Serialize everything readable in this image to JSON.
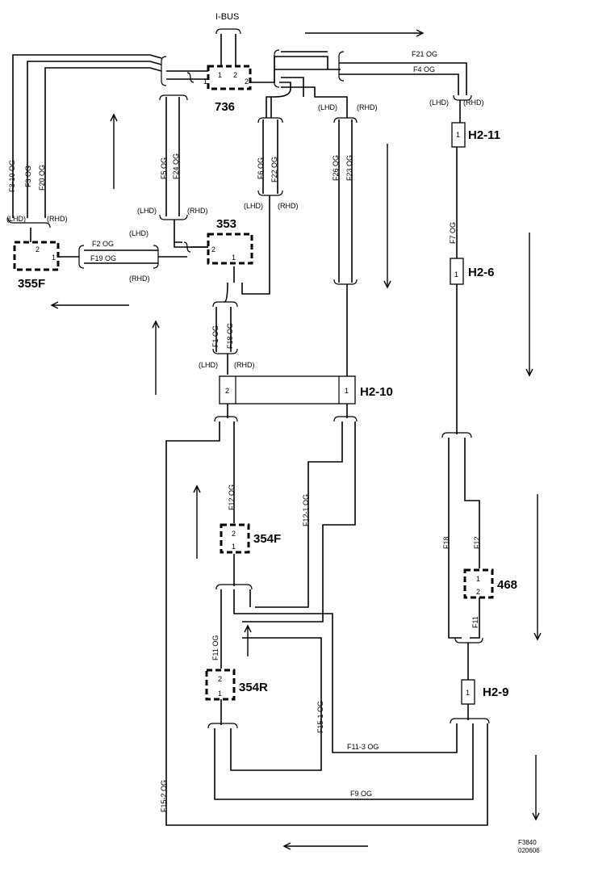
{
  "bus": {
    "label": "I-BUS"
  },
  "components": {
    "c736": {
      "name": "736",
      "pin1": "1",
      "pin2": "2",
      "pin1b": "1",
      "pin2b": "2"
    },
    "c353": {
      "name": "353",
      "pin2": "2",
      "pin1": "1"
    },
    "c355F": {
      "name": "355F",
      "pin2": "2",
      "pin1": "1"
    },
    "c354F": {
      "name": "354F",
      "pin2": "2",
      "pin1": "1"
    },
    "c354R": {
      "name": "354R",
      "pin2": "2",
      "pin1": "1"
    },
    "c468": {
      "name": "468",
      "pin1": "1",
      "pin2": "2"
    }
  },
  "connectors": {
    "h211": {
      "name": "H2-11",
      "pin": "1"
    },
    "h26": {
      "name": "H2-6",
      "pin": "1"
    },
    "h210": {
      "name": "H2-10",
      "pin2": "2",
      "pin1": "1"
    },
    "h29": {
      "name": "H2-9",
      "pin": "1"
    }
  },
  "wires": {
    "f21": "F21  OG",
    "f4": "F4  OG",
    "f3_10": "F3-10  OG",
    "f3": "F3  OG",
    "f20": "F20  OG",
    "f5": "F5  OG",
    "f24": "F24  OG",
    "f6": "F6  OG",
    "f22": "F22  OG",
    "f26": "F26  OG",
    "f23": "F23  OG",
    "f7": "F7  OG",
    "f2": "F2  OG",
    "f19": "F19  OG",
    "f1": "F1  OG",
    "f18og": "F18  OG",
    "f12og": "F12  OG",
    "f12_1": "F12-1  OG",
    "f18": "F18",
    "f12": "F12",
    "f11": "F11",
    "f11og": "F11  OG",
    "f15_1": "F15-1  OG",
    "f11_3": "F11-3  OG",
    "f9": "F9  OG",
    "f15_2": "F15-2  OG"
  },
  "variants": {
    "lhd": "(LHD)",
    "rhd": "(RHD)"
  },
  "footer": {
    "code": "F3840",
    "date": "020606"
  }
}
